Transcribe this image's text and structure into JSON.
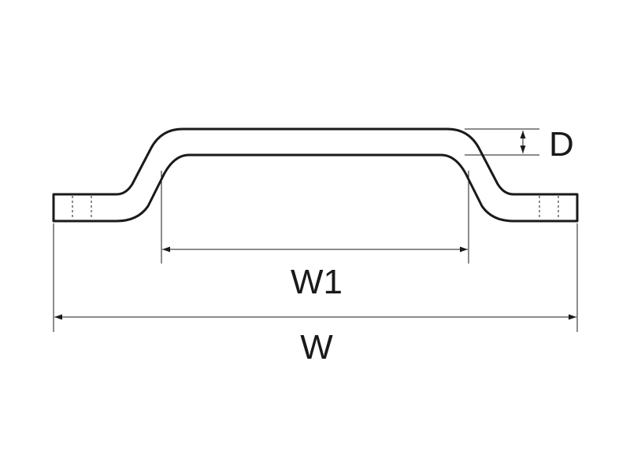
{
  "diagram": {
    "type": "technical-dimension-drawing",
    "subject": "offset handle",
    "line_color": "#1a1a1a",
    "background_color": "#ffffff",
    "dimensions": {
      "depth_label": "D",
      "inner_width_label": "W1",
      "overall_width_label": "W"
    }
  }
}
